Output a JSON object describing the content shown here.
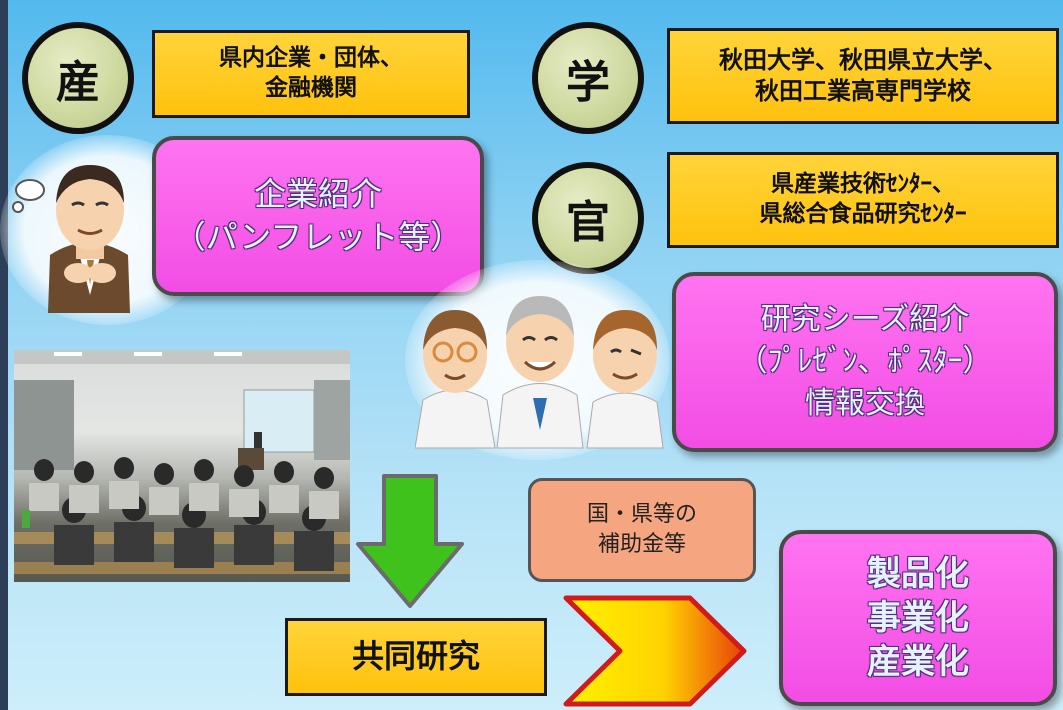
{
  "industry": {
    "symbol": "産",
    "org_lines": [
      "県内企業・団体、",
      "金融機関"
    ]
  },
  "academia": {
    "symbol": "学",
    "org_lines": [
      "秋田大学、秋田県立大学、",
      "秋田工業高専門学校"
    ]
  },
  "government": {
    "symbol": "官",
    "org_lines": [
      "県産業技術ｾﾝﾀｰ、",
      "県総合食品研究ｾﾝﾀｰ"
    ]
  },
  "company_intro": {
    "lines": [
      "企業紹介",
      "（パンフレット等）"
    ]
  },
  "research_intro": {
    "lines": [
      "研究シーズ紹介",
      "（ﾌﾟﾚｾﾞﾝ、ﾎﾟｽﾀｰ）",
      "情報交換"
    ]
  },
  "subsidy": {
    "lines": [
      "国・県等の",
      "補助金等"
    ]
  },
  "joint_research": {
    "label": "共同研究"
  },
  "outcomes": {
    "lines": [
      "製品化",
      "事業化",
      "産業化"
    ]
  },
  "colors": {
    "yellow_box": "#ffc20d",
    "pink_box": "#f24de4",
    "orange_box": "#f5a57f",
    "green_arrow": "#3fc21c",
    "circle": "#cfdaa1"
  }
}
